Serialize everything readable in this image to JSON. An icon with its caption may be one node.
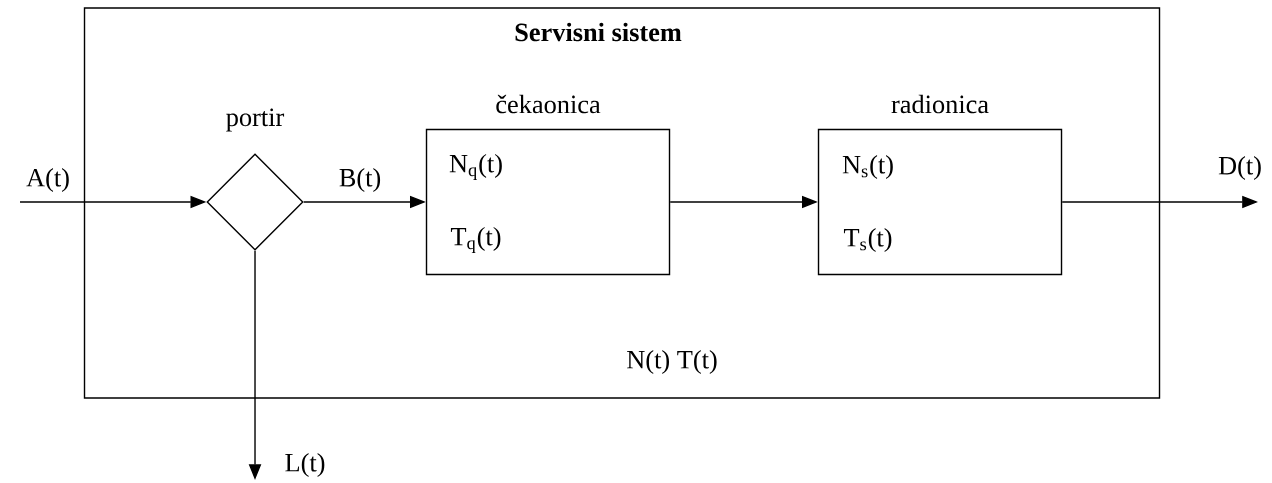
{
  "diagram": {
    "title": "Servisni sistem",
    "nodes": [
      {
        "text": [
          "N(t)  T(t)"
        ]
      },
      {
        "text": [
          "portir"
        ],
        "in": 0
      },
      {
        "text": [
          "čekaonica",
          "N$_{q}$(t)",
          "T$_{q}$(t)"
        ],
        "in": 0
      },
      {
        "text": [
          "radionica",
          "N$_{s}$(t)",
          "T$_{s}$(t)"
        ],
        "in": 0
      }
    ],
    "edges": [
      {
        "from": null,
        "to": 1,
        "arrow": "to",
        "label": "A(t)"
      },
      {
        "from": 1,
        "to": 2,
        "arrow": "to",
        "label": "B(t)"
      },
      {
        "from": 2,
        "to": 3,
        "arrow": "to"
      },
      {
        "from": 3,
        "to": null,
        "arrow": "to",
        "label": "D(t)"
      },
      {
        "from": 1,
        "to": null,
        "arrow": "to",
        "label": "L(t)"
      }
    ]
  }
}
